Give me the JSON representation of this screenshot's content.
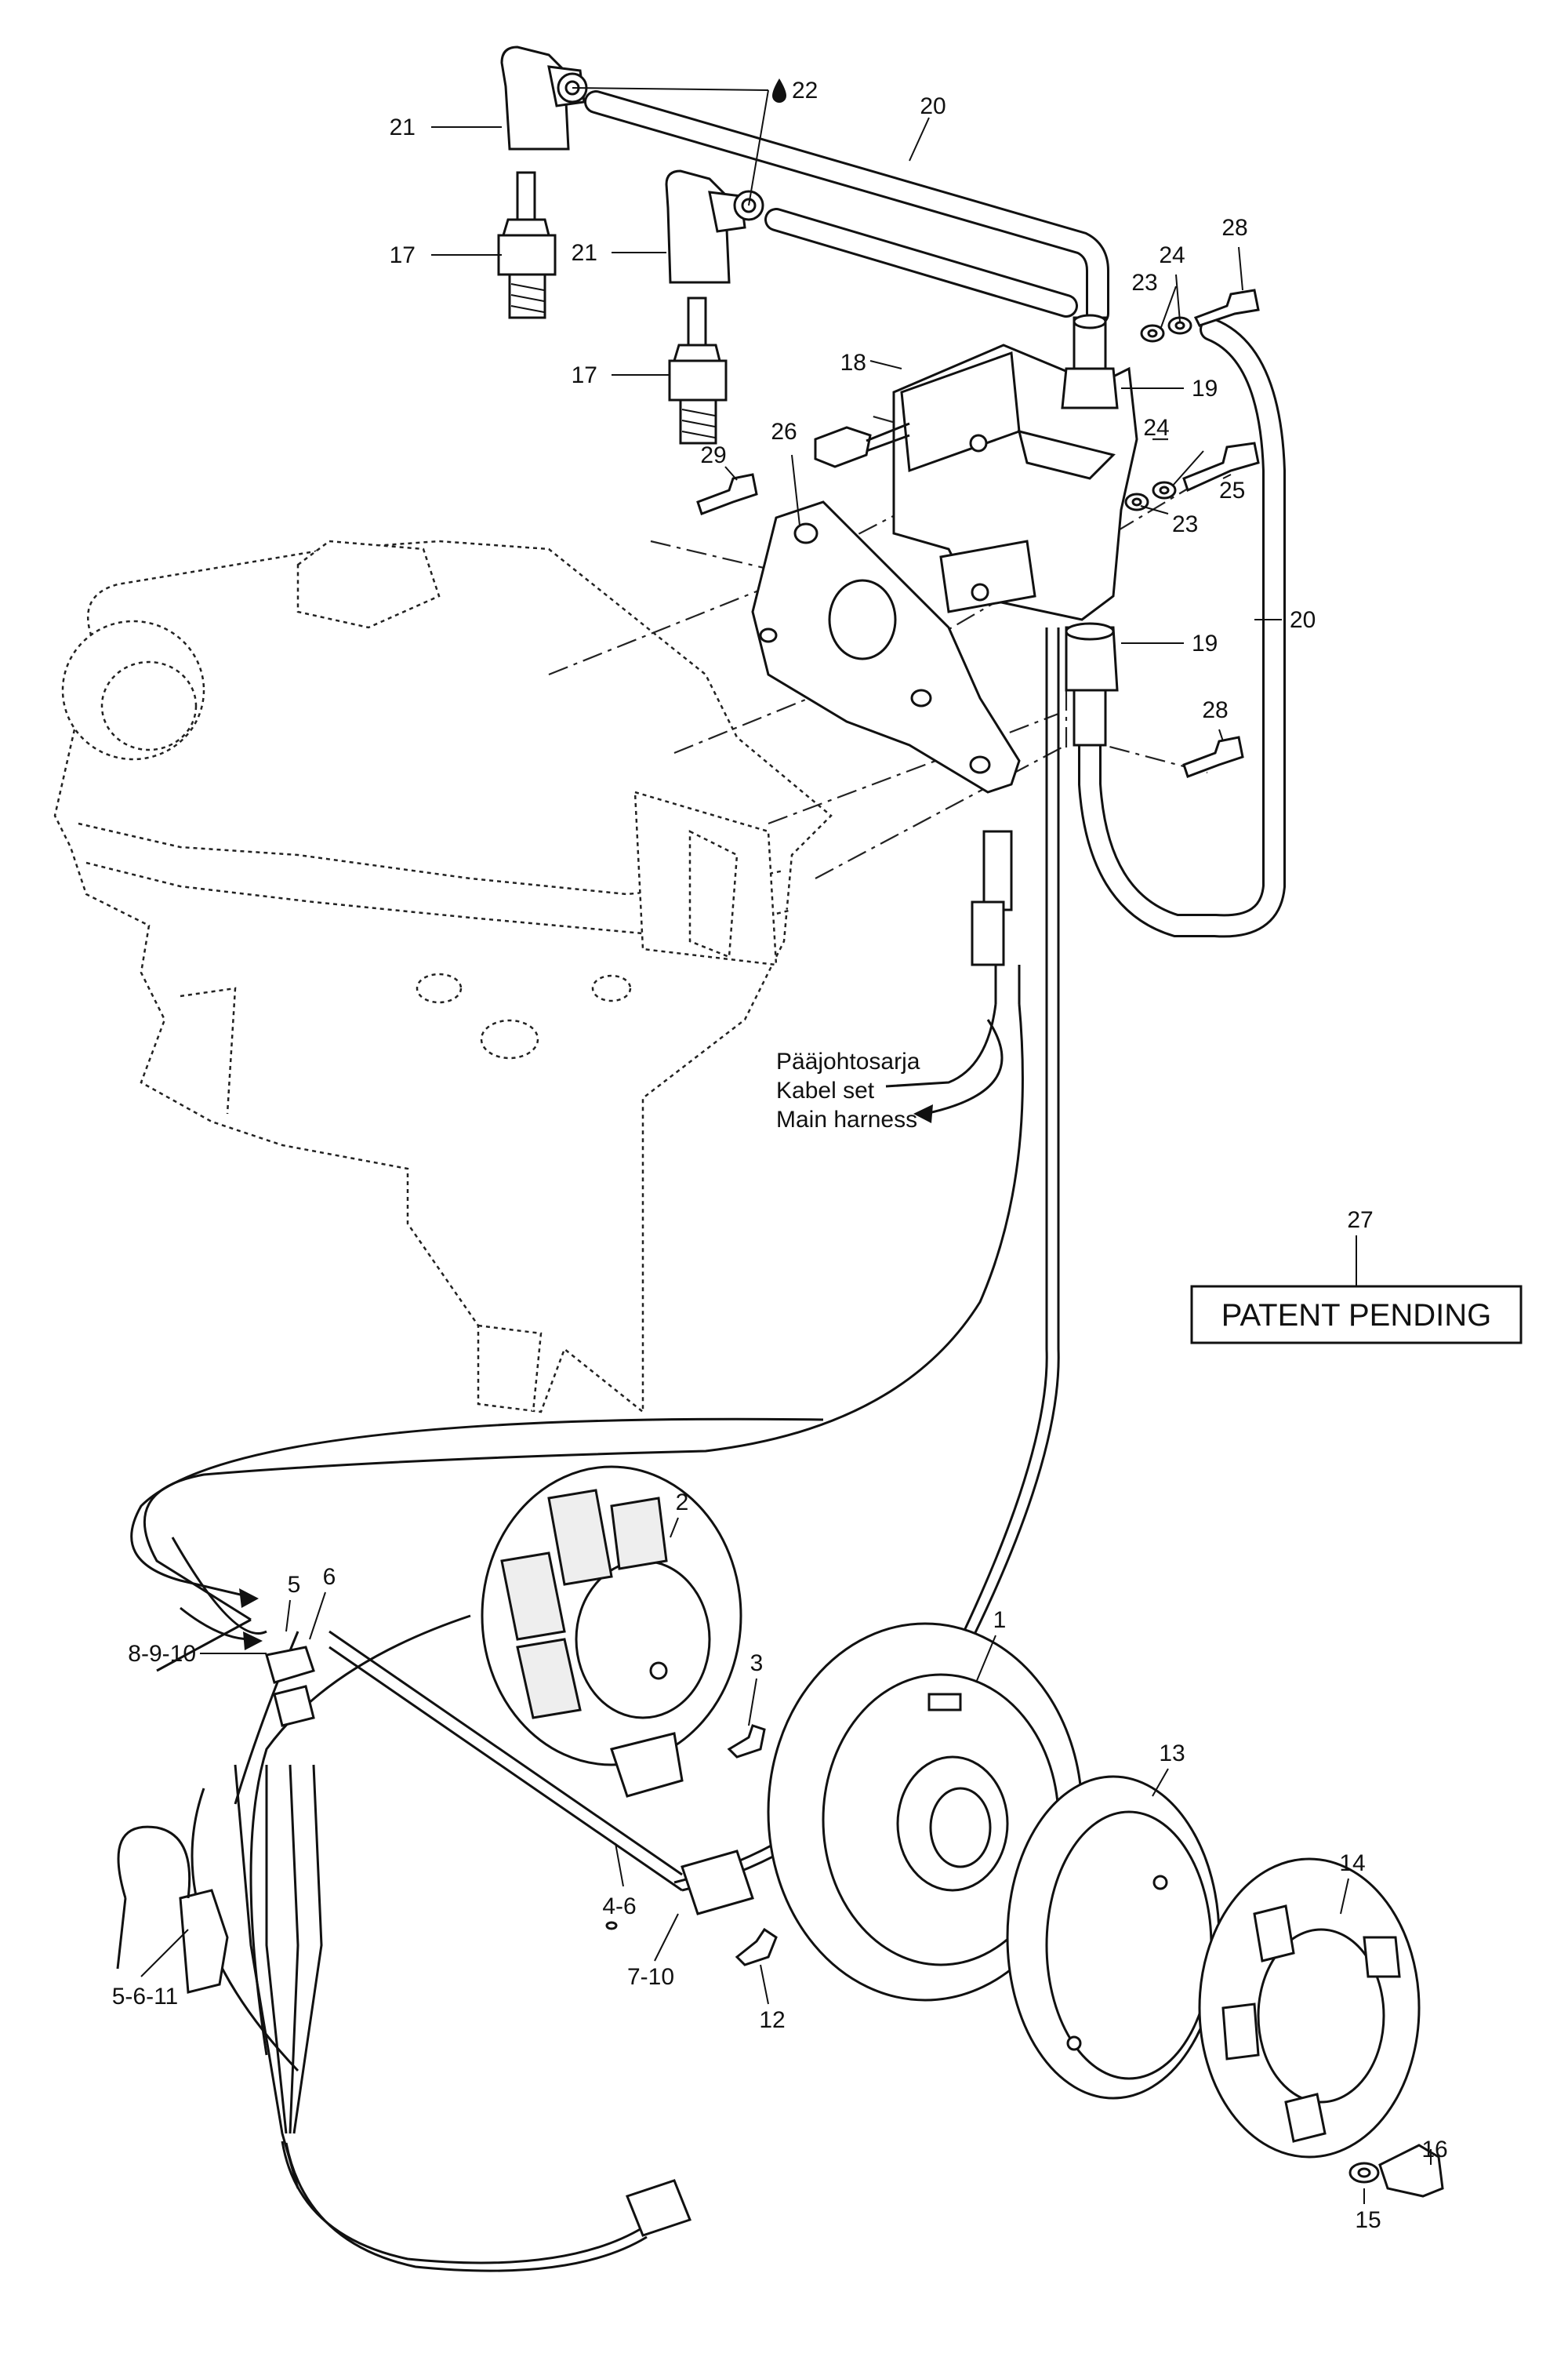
{
  "labels": {
    "l1": "1",
    "l2": "2",
    "l3": "3",
    "l4_6": "4-6",
    "l5": "5",
    "l5_6_11": "5-6-11",
    "l6": "6",
    "l7_10": "7-10",
    "l8_9_10": "8-9-10",
    "l12": "12",
    "l13": "13",
    "l14": "14",
    "l15": "15",
    "l16": "16",
    "l17a": "17",
    "l17b": "17",
    "l18": "18",
    "l19a": "19",
    "l19b": "19",
    "l20a": "20",
    "l20b": "20",
    "l21a": "21",
    "l21b": "21",
    "l22": "22",
    "l23a": "23",
    "l23b": "23",
    "l24a": "24",
    "l24b": "24",
    "l25": "25",
    "l26": "26",
    "l27": "27",
    "l28a": "28",
    "l28b": "28",
    "l29": "29"
  },
  "harness_note": [
    "Pääjohtosarja",
    "Kabel set",
    "Main harness"
  ],
  "patent_text": "PATENT PENDING",
  "icons": {
    "drop": "liquid-drop-icon",
    "arrow": "arrow-head-icon"
  }
}
